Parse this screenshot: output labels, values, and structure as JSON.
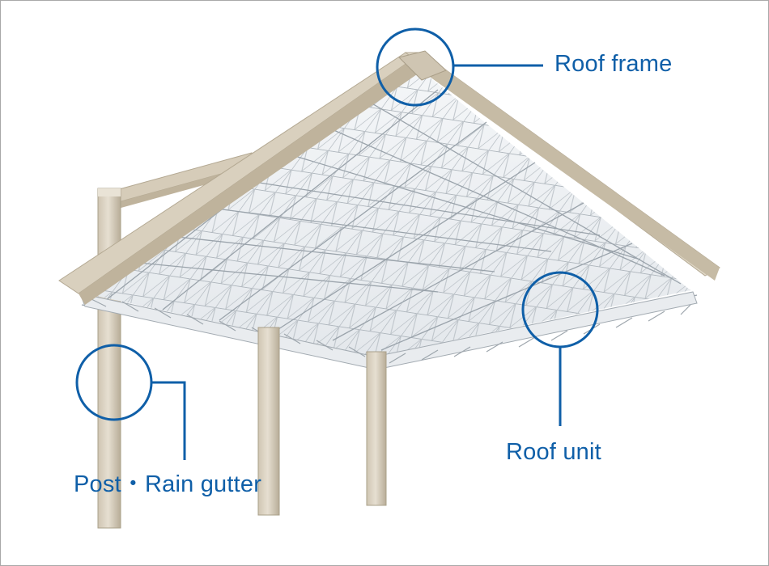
{
  "callouts": {
    "roof_frame": "Roof frame",
    "roof_unit": "Roof unit",
    "post_rain_gutter": "Post・Rain gutter"
  },
  "colors": {
    "accent": "#0f5fa8",
    "frame_beige": "#d8cfbd",
    "frame_shadow": "#b9ad97",
    "lattice_gray": "#9aa3ab",
    "border": "#a8a8a8"
  },
  "icons": {
    "callout_marker": "circle-outline"
  }
}
